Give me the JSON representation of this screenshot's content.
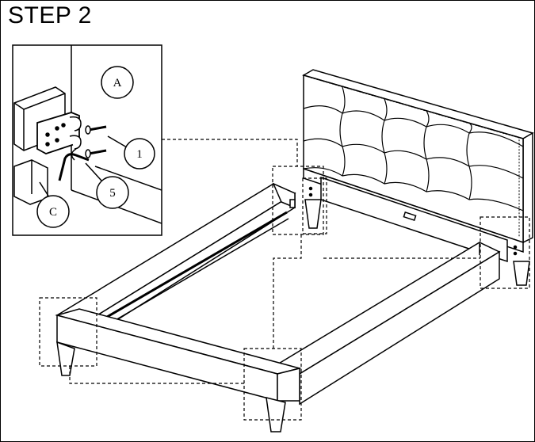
{
  "title": "STEP 2",
  "detail": {
    "label_a": "A",
    "label_c": "C",
    "part_1": "1",
    "part_5": "5"
  }
}
